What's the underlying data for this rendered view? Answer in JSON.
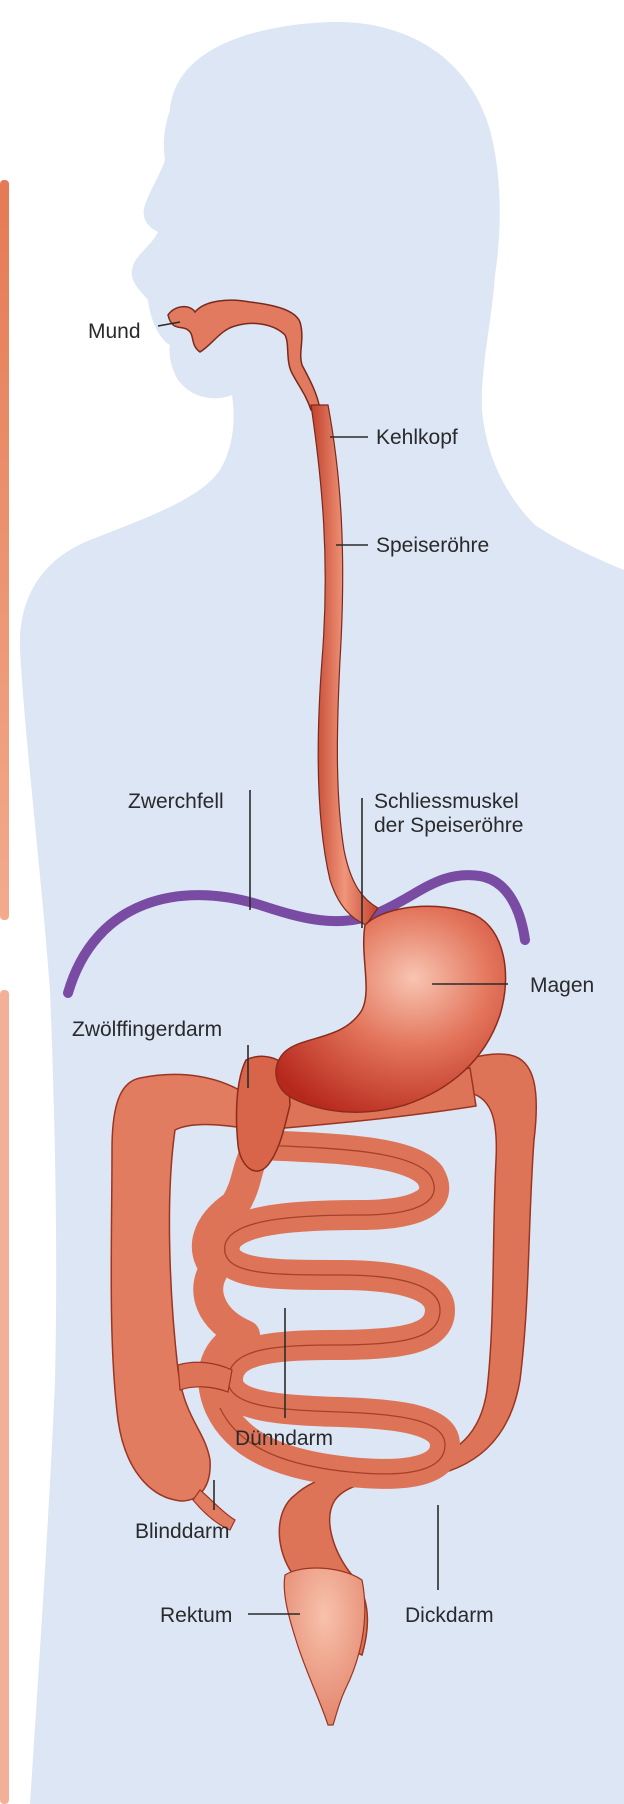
{
  "labels": {
    "mund": "Mund",
    "kehlkopf": "Kehlkopf",
    "speiseroehre": "Speiseröhre",
    "zwerchfell": "Zwerchfell",
    "schliessmuskel_line1": "Schliessmuskel",
    "schliessmuskel_line2": "der Speiseröhre",
    "magen": "Magen",
    "zwoelffingerdarm": "Zwölffingerdarm",
    "duenndarm": "Dünndarm",
    "blinddarm": "Blinddarm",
    "rektum": "Rektum",
    "dickdarm": "Dickdarm"
  },
  "colors": {
    "body_silhouette": "#dce6f5",
    "organ": "#e0735a",
    "organ_dark": "#c2412c",
    "organ_light": "#f6b9a2",
    "diaphragm": "#7a4ba3",
    "side_tab": "#e98760"
  }
}
